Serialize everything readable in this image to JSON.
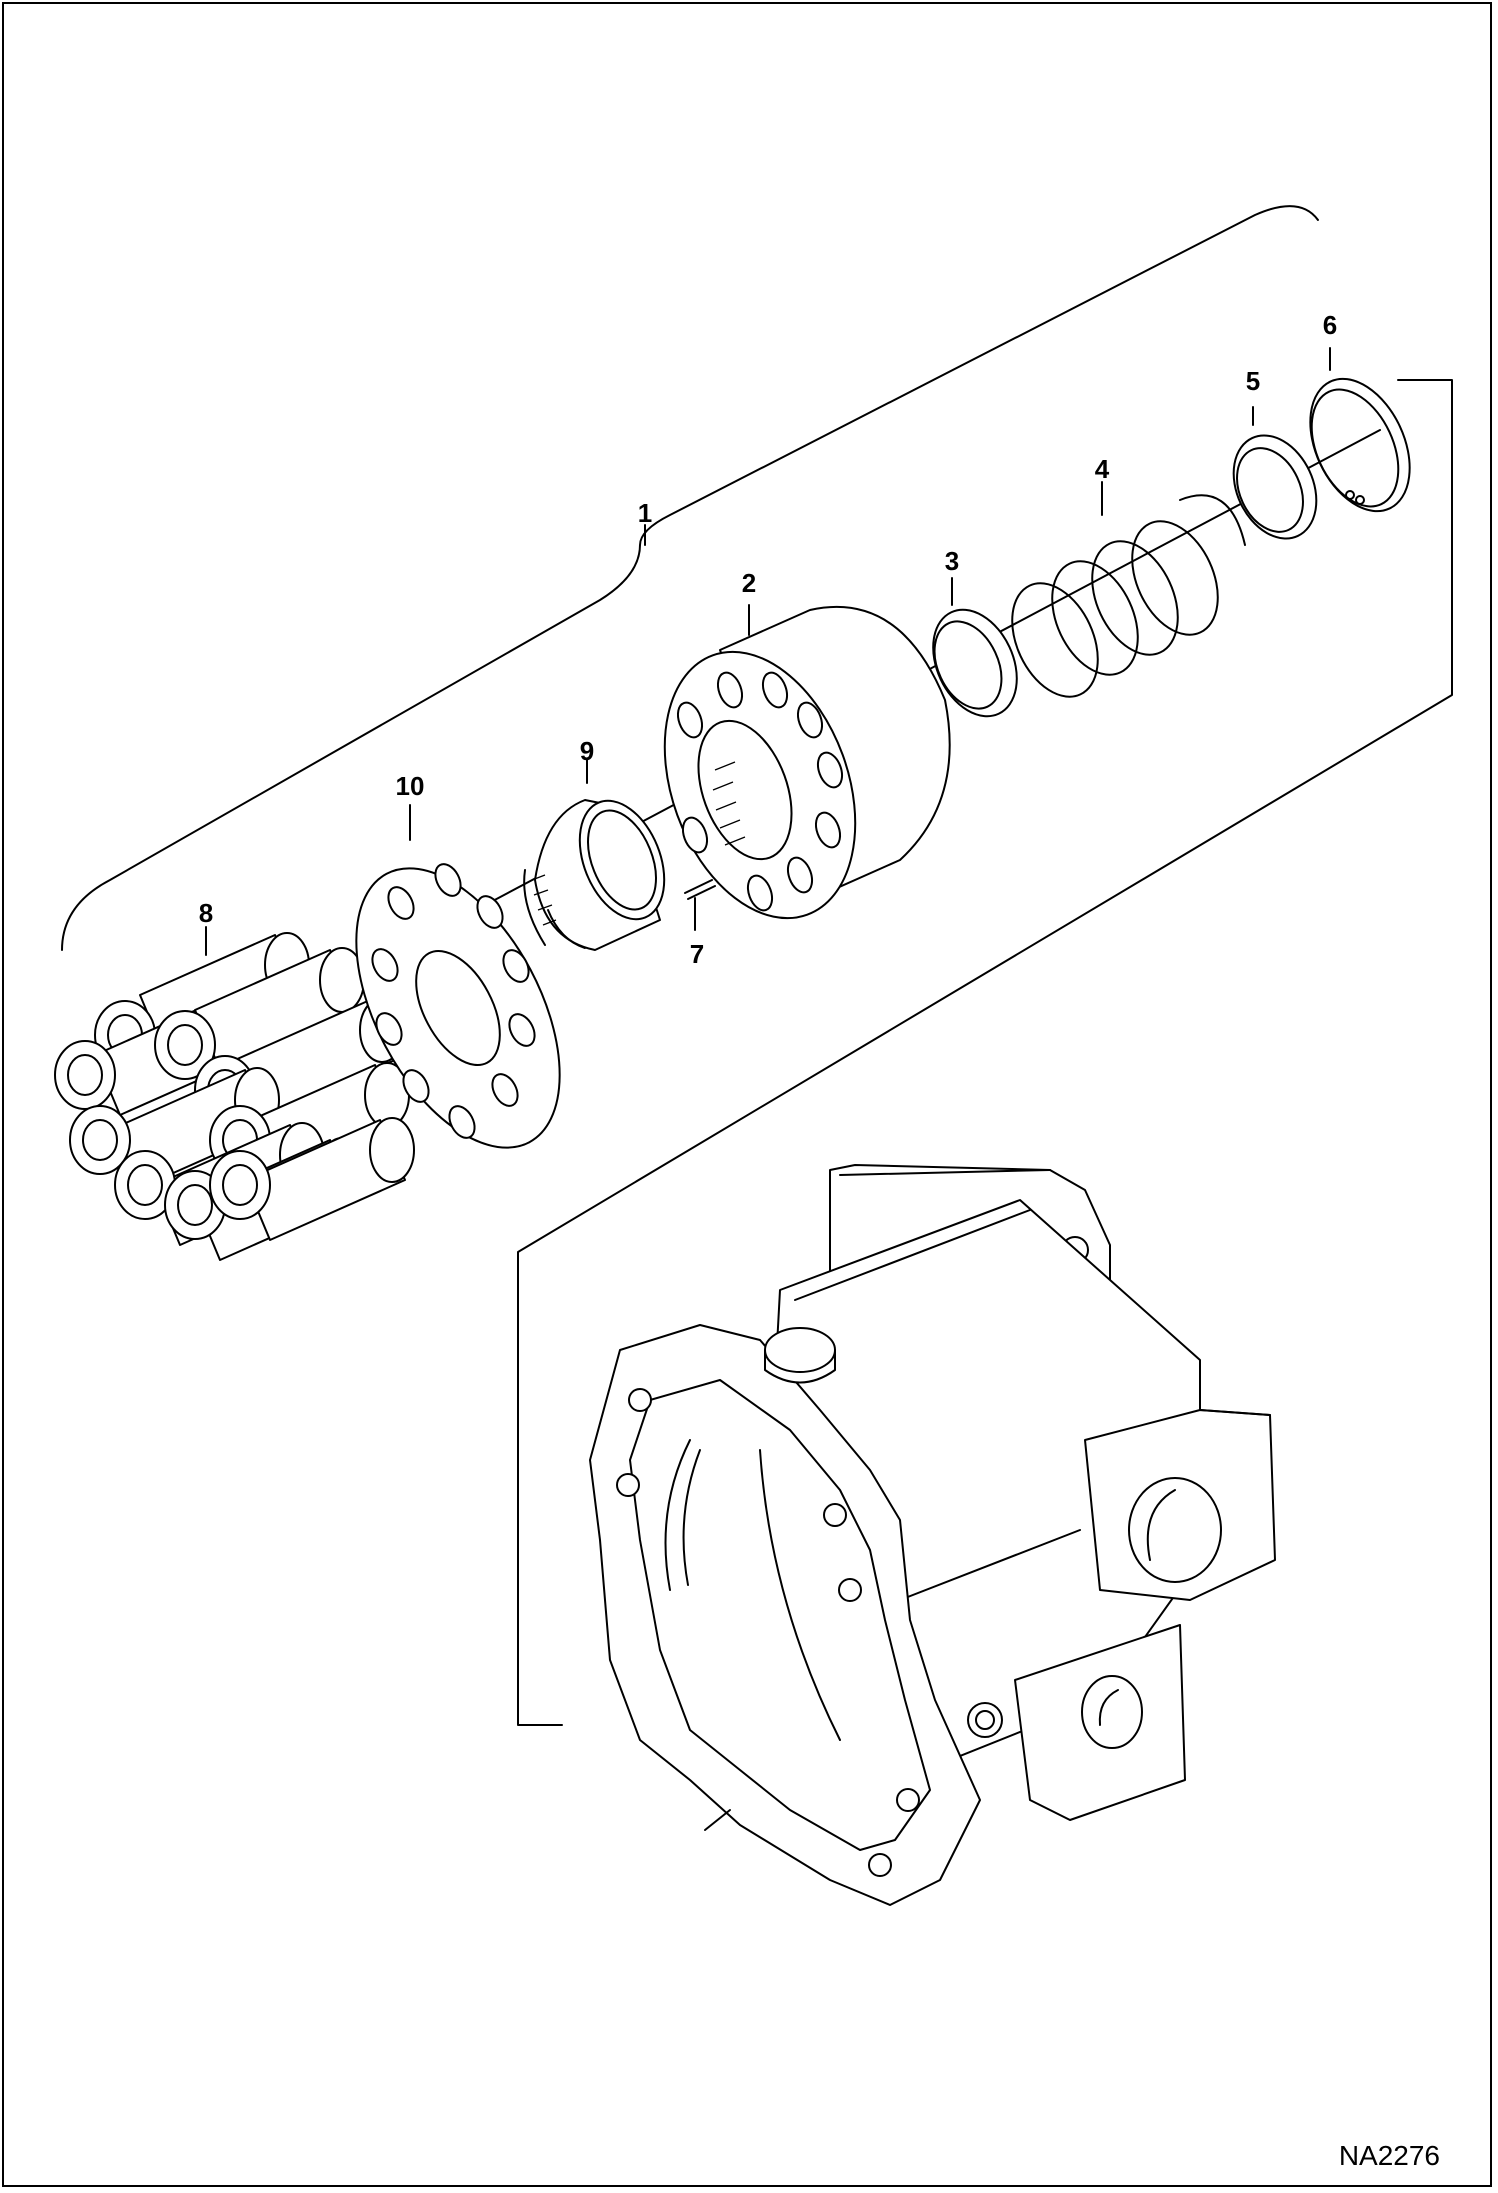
{
  "diagram": {
    "callouts": {
      "c1": "1",
      "c2": "2",
      "c3": "3",
      "c4": "4",
      "c5": "5",
      "c6": "6",
      "c7": "7",
      "c8": "8",
      "c9": "9",
      "c10": "10"
    },
    "drawing_code": "NA2276"
  }
}
